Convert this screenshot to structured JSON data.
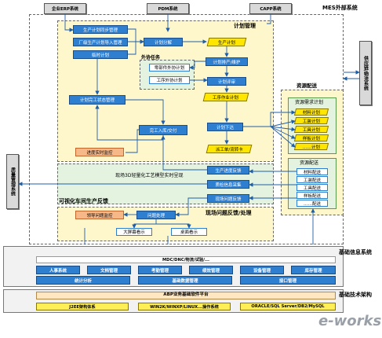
{
  "external": {
    "erp": "企业ERP系统",
    "pdm": "PDM系统",
    "capp": "CAPP系统",
    "mes_external": "MES外部系统",
    "supply_chain": "供应链/物流系统",
    "quality_mgmt": "质量管理系统"
  },
  "plan_mgmt": {
    "title": "计划管理",
    "sync": "生产计划同步管理",
    "import": "厂级生产计划导入管理",
    "temp_plan": "临时计划",
    "decompose": "计划分解",
    "prod_plan": "生产计划",
    "schedule": "计划排产/维护",
    "outsource_title": "外协任务",
    "part_outsource": "零部件外协计划",
    "process_outsource": "工序外协计划",
    "review": "计划评审",
    "process_work": "工序作业计划",
    "completion_mgmt": "计划完工状态管理",
    "complete_stock": "完工入库/交付",
    "issue": "计划下达",
    "dispatch": "派工单/流转卡",
    "progress": "进度实时监控"
  },
  "resource": {
    "title": "资源配送",
    "demand_title": "资源需求计划",
    "demand_items": [
      "材料计划",
      "工装计划",
      "工具计划",
      "样板计划",
      "……计划"
    ],
    "delivery_title": "资源配送",
    "delivery_items": [
      "材料配送",
      "工装配送",
      "工具配送",
      "样板配送",
      "……配送"
    ]
  },
  "visual": {
    "title": "可视化车间生产反馈",
    "monitor_3d": "现场3D轻量化工艺模型实时呈现",
    "progress_fb": "生产进度反馈",
    "quality_fb": "质检信息采集",
    "issue_fb": "现场问题反馈"
  },
  "issue_handle": {
    "title": "现场问题反馈/处理",
    "leader": "领导问题监控",
    "handle": "问题处理",
    "big_screen": "大屏幕看示",
    "desktop": "桌面看示"
  },
  "basic_info": {
    "title": "基础信息系统",
    "sources": "MDC/DNC/物流/试验/...",
    "row1": [
      "人事系统",
      "文档管理",
      "考勤管理",
      "绩效管理",
      "设备管理",
      "库存管理"
    ],
    "row2": [
      "统计分析",
      "基础数据管理",
      "接口管理"
    ]
  },
  "tech": {
    "title": "基础技术架构",
    "platform": "ABP业务基础软件平台",
    "items": [
      "J2EE架构体系",
      "WIN2K/WINXP/LINUX...操作系统",
      "ORACLE/SQL Server/DB2/MySQL"
    ]
  },
  "watermark": "e-works",
  "colors": {
    "blue": "#2f7fd0",
    "yellow": "#ffe600",
    "lightyellow": "#fff7cc",
    "lightgreen": "#e3f3df",
    "orange": "#f7b889"
  }
}
